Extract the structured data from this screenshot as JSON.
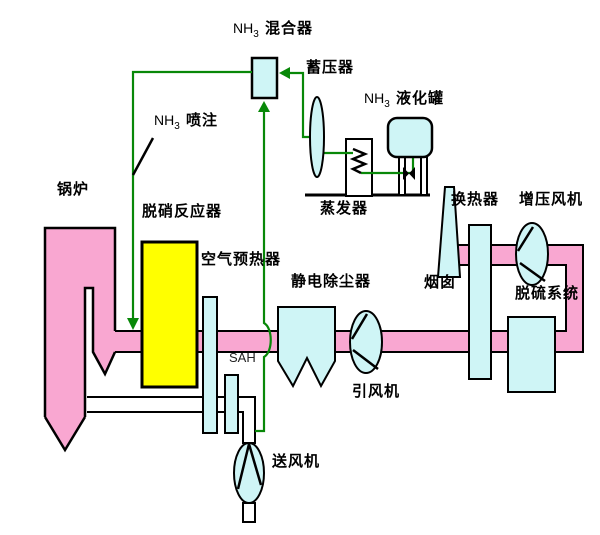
{
  "diagram": {
    "type": "process-flow-diagram",
    "subject": "SCR denitrification flue gas system"
  },
  "colors": {
    "pink": "#F9A7D1",
    "cyan": "#CFF5F6",
    "yellow": "#FFFF00",
    "green": "#088808",
    "outline": "#000000",
    "background": "#FFFFFF"
  },
  "labels": {
    "mixer": {
      "nh": "NH",
      "sub": "3",
      "text": "混合器"
    },
    "accumulator": {
      "text": "蓄压器"
    },
    "liquefier": {
      "nh": "NH",
      "sub": "3",
      "text": "液化罐"
    },
    "evaporator": {
      "text": "蒸发器"
    },
    "injection": {
      "nh": "NH",
      "sub": "3",
      "text": "喷注"
    },
    "boiler": {
      "text": "锅炉"
    },
    "scr_reactor": {
      "text": "脱硝反应器"
    },
    "air_preheater": {
      "text": "空气预热器"
    },
    "sah": {
      "text": "SAH"
    },
    "esp": {
      "text": "静电除尘器"
    },
    "idf": {
      "text": "引风机"
    },
    "fdf": {
      "text": "送风机"
    },
    "chimney": {
      "text": "烟囱"
    },
    "heat_exchanger": {
      "text": "换热器"
    },
    "booster_fan": {
      "text": "增压风机"
    },
    "fgd": {
      "text": "脱硫系统"
    }
  }
}
